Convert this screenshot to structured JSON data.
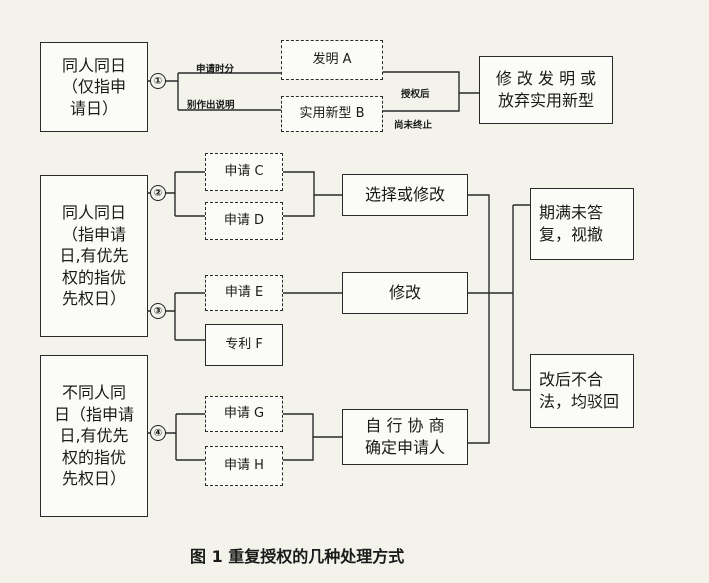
{
  "caption": "图 1   重复授权的几种处理方式",
  "row1": {
    "case": [
      "同人同日",
      "（仅指申",
      "请日）"
    ],
    "number": "①",
    "label_top": "申请时分",
    "label_bottom": "别作出说明",
    "app_a": "发明 A",
    "app_b": "实用新型 B",
    "label_granted": "授权后",
    "label_not_ended": "尚未终止",
    "result": [
      "修 改 发 明 或",
      "放弃实用新型"
    ]
  },
  "row2": {
    "case": [
      "同人同日",
      "（指申请",
      "日,有优先",
      "权的指优",
      "先权日）"
    ],
    "number_a": "②",
    "number_b": "③",
    "app_c": "申请 C",
    "app_d": "申请 D",
    "app_e": "申请 E",
    "patent_f": "专利 F",
    "action_choose": "选择或修改",
    "action_modify": "修改"
  },
  "row3": {
    "case": [
      "不同人同",
      "日（指申请",
      "日,有优先",
      "权的指优",
      "先权日）"
    ],
    "number": "④",
    "app_g": "申请 G",
    "app_h": "申请 H",
    "action_negotiate": [
      "自 行 协 商",
      "确定申请人"
    ]
  },
  "outcomes": {
    "expired": [
      "期满未答",
      "复，视撤"
    ],
    "rejected": [
      "改后不合",
      "法，均驳回"
    ]
  }
}
